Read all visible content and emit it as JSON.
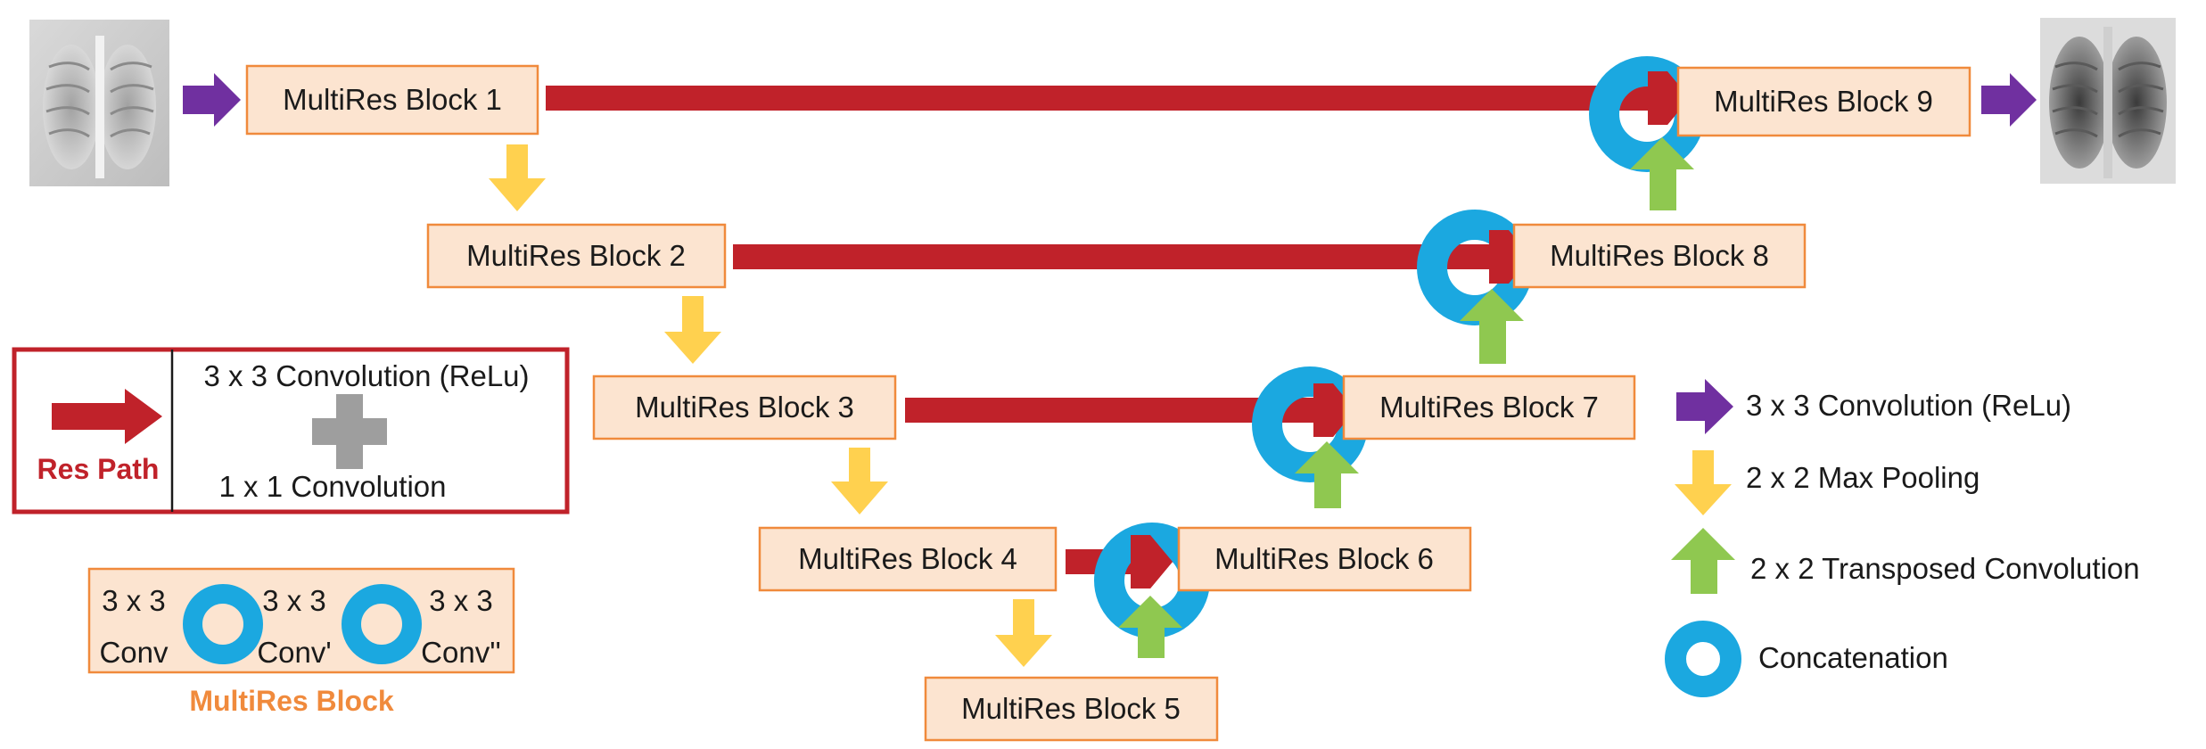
{
  "blocks": {
    "b1": "MultiRes Block 1",
    "b2": "MultiRes Block 2",
    "b3": "MultiRes Block 3",
    "b4": "MultiRes Block 4",
    "b5": "MultiRes Block 5",
    "b6": "MultiRes Block 6",
    "b7": "MultiRes Block 7",
    "b8": "MultiRes Block 8",
    "b9": "MultiRes Block 9"
  },
  "res_path_box": {
    "label": "Res Path",
    "line1": "3 x 3 Convolution (ReLu)",
    "line2": "1 x 1 Convolution"
  },
  "multires_box": {
    "c1_top": "3 x 3",
    "c1_bottom": "Conv",
    "c2_top": "3 x 3",
    "c2_bottom": "Conv'",
    "c3_top": "3 x 3",
    "c3_bottom": "Conv''",
    "caption": "MultiRes Block"
  },
  "legend": {
    "conv": "3 x 3 Convolution (ReLu)",
    "pool": "2 x 2 Max Pooling",
    "transpose": "2 x 2 Transposed Convolution",
    "concat": "Concatenation"
  },
  "colors": {
    "block_fill": "#fce4d0",
    "block_border": "#f08a3c",
    "res_path": "#c0222a",
    "conv_arrow": "#7030a0",
    "pool_arrow": "#ffd14f",
    "up_arrow": "#8fc850",
    "concat_ring": "#1ba8e0",
    "plus": "#9e9e9e",
    "caption_orange": "#f08a3c"
  }
}
